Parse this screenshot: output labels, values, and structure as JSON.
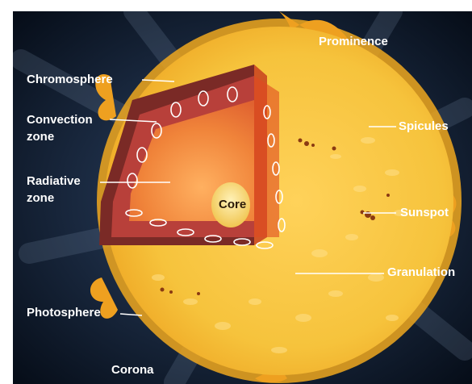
{
  "labels": {
    "prominence": "Prominence",
    "chromosphere": "Chromosphere",
    "spicules": "Spicules",
    "convection_zone": "Convection\nzone",
    "radiative_zone": "Radiative\nzone",
    "sunspot": "Sunspot",
    "core": "Core",
    "granulation": "Granulation",
    "photosphere": "Photosphere",
    "corona": "Corona"
  },
  "colors": {
    "background_space": "#0b1626",
    "photosphere": "#f6c33c",
    "corona_glow": "#f0a81e",
    "chromosphere_band": "#7a2a26",
    "convection_zone": "#b8403a",
    "radiative_zone": "#f08a3c",
    "core": "#f4d36a",
    "label_text": "#ffffff",
    "core_label_text": "#2a1a08"
  }
}
